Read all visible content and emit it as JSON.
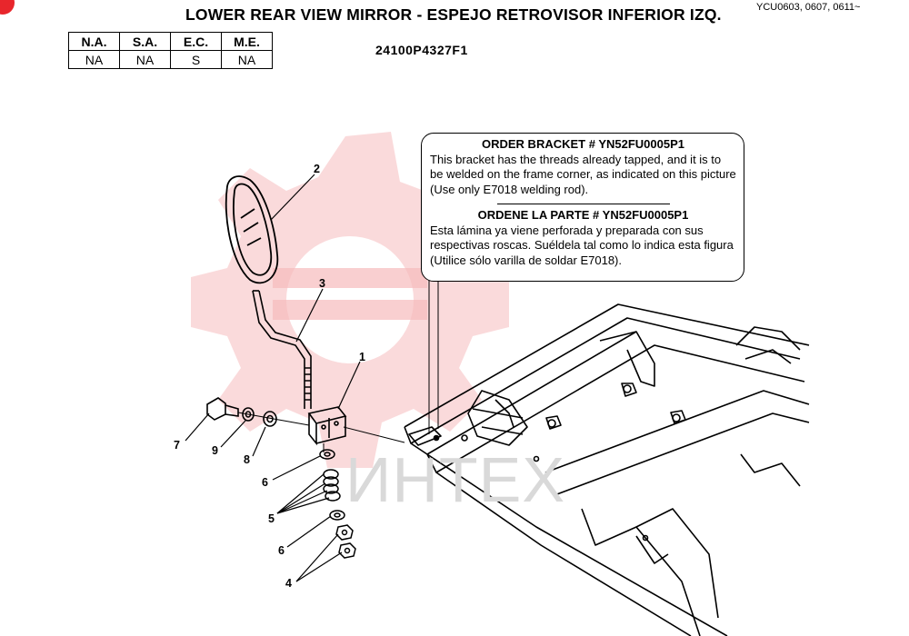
{
  "header": {
    "title": "LOWER REAR VIEW MIRROR - ESPEJO RETROVISOR INFERIOR IZQ.",
    "serial_range": "YCU0603, 0607, 0611~",
    "part_number": "24100P4327F1"
  },
  "market_table": {
    "headers": [
      "N.A.",
      "S.A.",
      "E.C.",
      "M.E."
    ],
    "values": [
      "NA",
      "NA",
      "S",
      "NA"
    ]
  },
  "note": {
    "heading_en": "ORDER BRACKET # YN52FU0005P1",
    "body_en": "This bracket has the threads already tapped, and it is to be welded on the frame corner, as indicated on this picture (Use only E7018 welding rod).",
    "heading_es": "ORDENE LA PARTE # YN52FU0005P1",
    "body_es": "Esta lámina ya viene perforada y preparada con sus respectivas roscas. Suéldela tal como lo indica esta figura (Utilice sólo varilla de soldar E7018)."
  },
  "callouts": [
    "1",
    "2",
    "3",
    "4",
    "5",
    "6",
    "6",
    "7",
    "8",
    "9"
  ],
  "watermark": {
    "text": "ИНТЕХ",
    "color": "#f4a5a7"
  },
  "colors": {
    "badge": "#e8262c",
    "ink": "#000000"
  }
}
